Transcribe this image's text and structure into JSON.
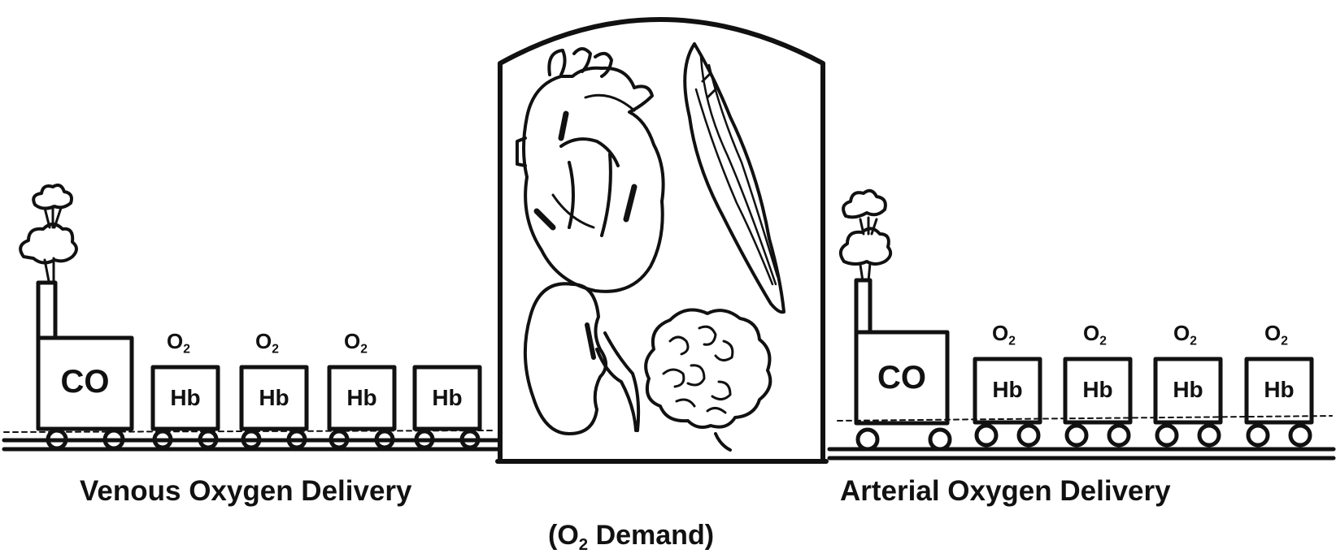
{
  "venous": {
    "label": "Venous Oxygen Delivery",
    "engine": "CO",
    "cars": [
      {
        "cargo": "Hb",
        "o2": "O",
        "o2_sub": "2"
      },
      {
        "cargo": "Hb",
        "o2": "O",
        "o2_sub": "2"
      },
      {
        "cargo": "Hb",
        "o2": "O",
        "o2_sub": "2"
      },
      {
        "cargo": "Hb",
        "o2": "",
        "o2_sub": ""
      }
    ]
  },
  "arterial": {
    "label": "Arterial Oxygen Delivery",
    "engine": "CO",
    "cars": [
      {
        "cargo": "Hb",
        "o2": "O",
        "o2_sub": "2"
      },
      {
        "cargo": "Hb",
        "o2": "O",
        "o2_sub": "2"
      },
      {
        "cargo": "Hb",
        "o2": "O",
        "o2_sub": "2"
      },
      {
        "cargo": "Hb",
        "o2": "O",
        "o2_sub": "2"
      }
    ]
  },
  "center": {
    "caption_prefix": "(O",
    "caption_sub": "2",
    "caption_suffix": " Demand)",
    "organs": [
      "heart-icon",
      "muscle-icon",
      "kidney-icon",
      "brain-icon"
    ]
  },
  "colors": {
    "ink": "#111111",
    "paper": "#ffffff"
  }
}
